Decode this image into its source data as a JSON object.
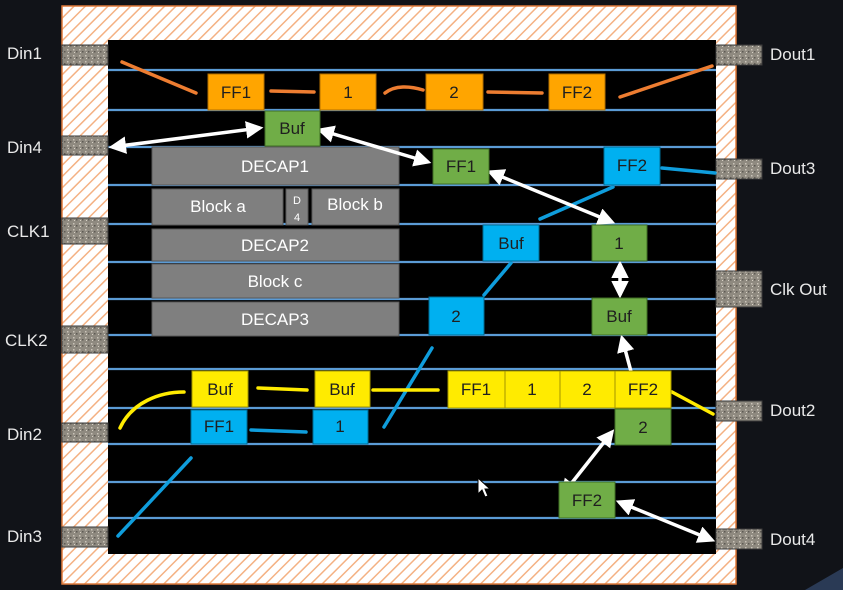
{
  "colors": {
    "orange": "#ffa500",
    "green": "#70ad47",
    "blue": "#00b0f0",
    "yellow": "#ffeb00",
    "gray": "#808080",
    "track": "#5b9bd5",
    "orange_wire": "#ed7d31",
    "blue_wire": "#0f9ddc",
    "yellow_wire": "#ffeb00",
    "white_wire": "#ffffff",
    "keepout": "#f4b183"
  },
  "pins": {
    "din1": "Din1",
    "din4": "Din4",
    "clk1": "CLK1",
    "clk2": "CLK2",
    "din2": "Din2",
    "din3": "Din3",
    "dout1": "Dout1",
    "dout3": "Dout3",
    "clk_out": "Clk Out",
    "dout2": "Dout2",
    "dout4": "Dout4"
  },
  "blocks": {
    "decap1": "DECAP1",
    "block_a": "Block a",
    "d4_top": "D",
    "d4_bottom": "4",
    "block_b": "Block b",
    "decap2": "DECAP2",
    "block_c": "Block c",
    "decap3": "DECAP3"
  },
  "cells": {
    "orange_ff1": "FF1",
    "orange_1": "1",
    "orange_2": "2",
    "orange_ff2": "FF2",
    "green_buf_top": "Buf",
    "green_ff1": "FF1",
    "blue_ff2_top": "FF2",
    "blue_buf_mid": "Buf",
    "green_1": "1",
    "green_buf_mid": "Buf",
    "blue_2_mid": "2",
    "yellow_buf_left": "Buf",
    "yellow_buf_mid": "Buf",
    "yellow_ff1": "FF1",
    "yellow_1": "1",
    "yellow_2": "2",
    "yellow_ff2": "FF2",
    "blue_ff1_bottom": "FF1",
    "blue_1_bottom": "1",
    "green_2": "2",
    "green_ff2": "FF2"
  }
}
